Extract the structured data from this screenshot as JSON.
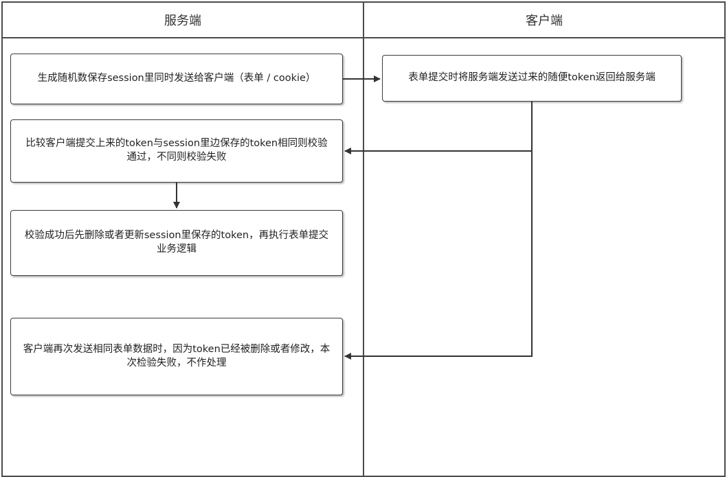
{
  "lanes": {
    "server": "服务端",
    "client": "客户端"
  },
  "steps": {
    "s1": "生成随机数保存session里同时发送给客户端（表单 / cookie）",
    "c1": "表单提交时将服务端发送过来的随便token返回给服务端",
    "s2": "比较客户端提交上来的token与session里边保存的token相同则校验通过，不同则校验失败",
    "s3": "校验成功后先删除或者更新session里保存的token，再执行表单提交业务逻辑",
    "s4": "客户端再次发送相同表单数据时，因为token已经被删除或者修改，本次检验失败，不作处理"
  },
  "colors": {
    "line": "#333333",
    "border": "#4a4a4a"
  }
}
